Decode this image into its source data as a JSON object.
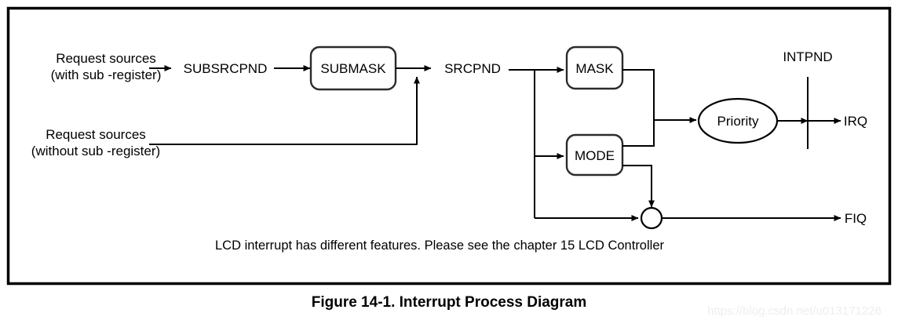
{
  "figure": {
    "caption": "Figure 14-1. Interrupt Process Diagram",
    "note": "LCD interrupt has different features. Please see the chapter 15 LCD Controller",
    "watermark": "https://blog.csdn.net/u013171226"
  },
  "colors": {
    "ink": "#000000",
    "box_stroke": "#2b2b2b",
    "background": "#ffffff",
    "watermark": "#eceef0"
  },
  "diagram": {
    "type": "block-flow",
    "inputs": [
      {
        "id": "req-with-sub",
        "line1": "Request sources",
        "line2": "(with sub -register)"
      },
      {
        "id": "req-without-sub",
        "line1": "Request sources",
        "line2": "(without sub -register)"
      }
    ],
    "signals": [
      {
        "id": "subsrcpnd",
        "label": "SUBSRCPND"
      },
      {
        "id": "srcpnd",
        "label": "SRCPND"
      },
      {
        "id": "intpnd",
        "label": "INTPND"
      }
    ],
    "blocks": [
      {
        "id": "submask",
        "label": "SUBMASK",
        "shape": "rounded-rect"
      },
      {
        "id": "mask",
        "label": "MASK",
        "shape": "rounded-rect"
      },
      {
        "id": "mode",
        "label": "MODE",
        "shape": "rounded-rect"
      },
      {
        "id": "priority",
        "label": "Priority",
        "shape": "ellipse"
      }
    ],
    "outputs": [
      {
        "id": "irq",
        "label": "IRQ"
      },
      {
        "id": "fiq",
        "label": "FIQ"
      }
    ],
    "junction": {
      "id": "fiq-junction",
      "shape": "circle"
    }
  }
}
